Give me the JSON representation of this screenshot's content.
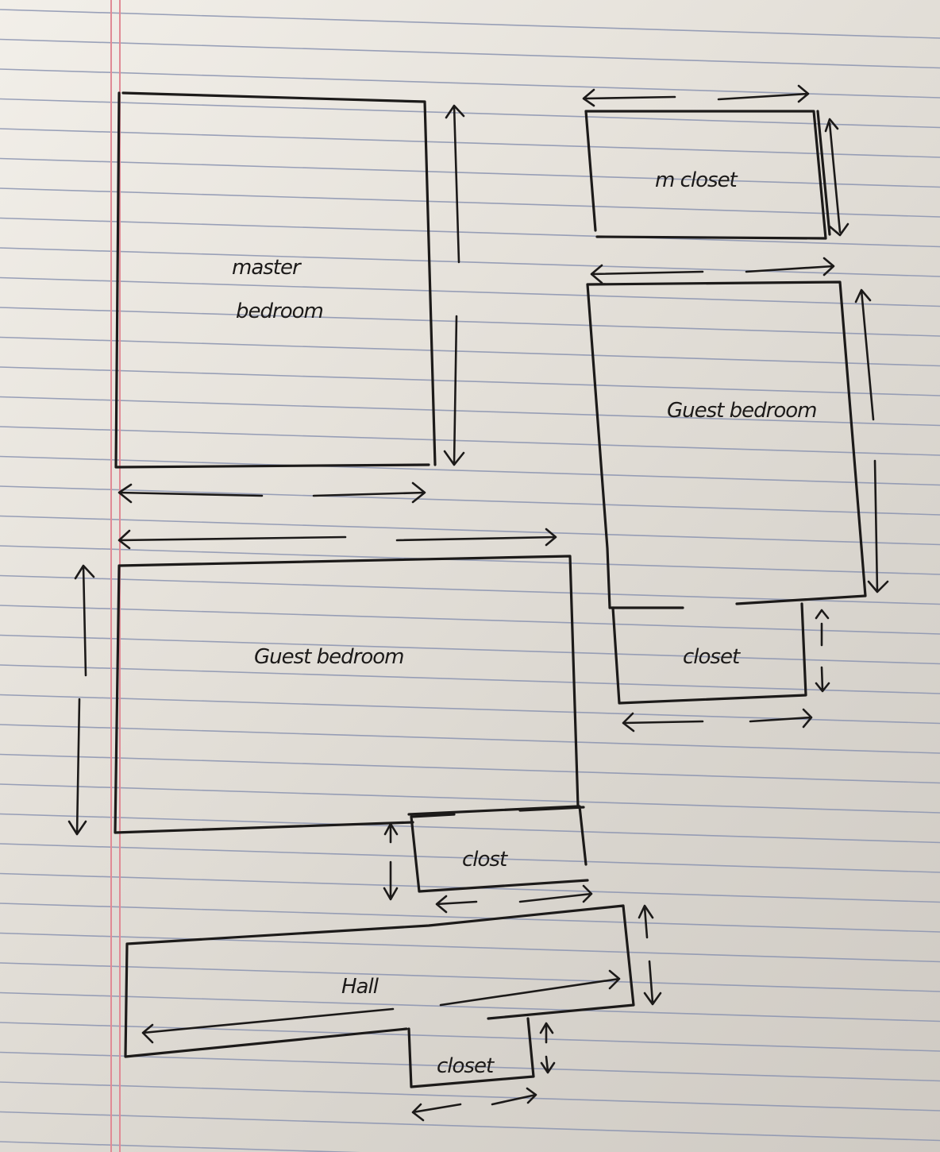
{
  "sketch": {
    "rooms": [
      {
        "id": "master-bedroom",
        "label_line1": "master",
        "label_line2": "bedroom"
      },
      {
        "id": "master-closet",
        "label": "m closet"
      },
      {
        "id": "guest-bedroom-right",
        "label": "Guest bedroom"
      },
      {
        "id": "closet-right",
        "label": "closet"
      },
      {
        "id": "guest-bedroom-left",
        "label": "Guest bedroom"
      },
      {
        "id": "closet-middle",
        "label": "clost"
      },
      {
        "id": "hall",
        "label": "Hall"
      },
      {
        "id": "closet-bottom",
        "label": "closet"
      }
    ],
    "ink_color": "#1c1a19",
    "rule_color": "#8a93b0",
    "margin_color": "#e08a95"
  }
}
